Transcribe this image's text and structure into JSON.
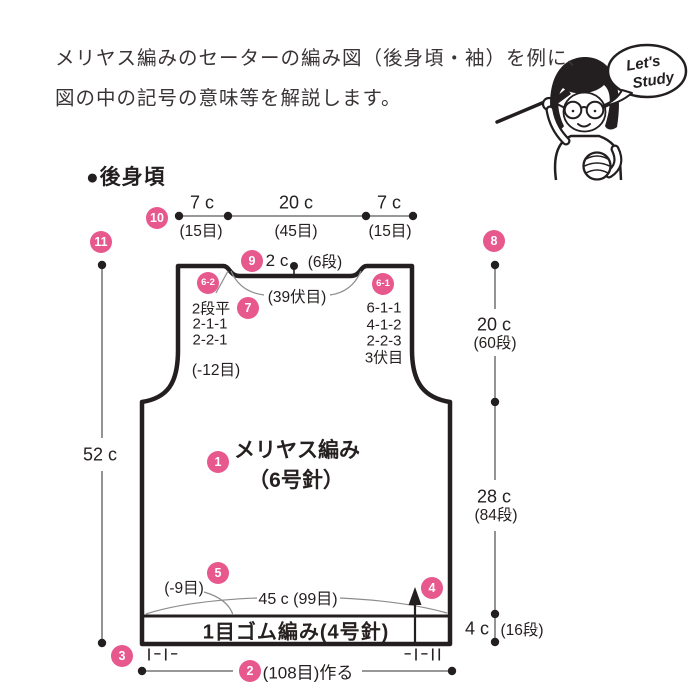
{
  "intro": {
    "line1": "メリヤス編みのセーターの編み図（後身頃・袖）を例に、",
    "line2": "図の中の記号の意味等を解説します。"
  },
  "character": {
    "speech_line1": "Let's",
    "speech_line2": "Study"
  },
  "section": {
    "heading": "●後身頃"
  },
  "diagram": {
    "top_widths": {
      "left_cm": "7 c",
      "left_st": "(15目)",
      "center_cm": "20 c",
      "center_st": "(45目)",
      "right_cm": "7 c",
      "right_st": "(15目)"
    },
    "neck": {
      "depth_cm": "2 c",
      "rows": "(6段)",
      "bind_off": "(39伏目)"
    },
    "left_shaping": {
      "row1": "2段平",
      "row2": "2-1-1",
      "row3": "2-2-1",
      "total": "(-12目)"
    },
    "right_shaping": {
      "row1": "6-1-1",
      "row2": "4-1-2",
      "row3": "2-2-3",
      "row4": "3伏目"
    },
    "body": {
      "stitch": "メリヤス編み",
      "needle": "（6号針）"
    },
    "left_height_cm": "52 c",
    "right_heights": {
      "upper_cm": "20 c",
      "upper_rows": "(60段)",
      "lower_cm": "28 c",
      "lower_rows": "(84段)",
      "rib_cm": "4 c",
      "rib_rows": "(16段)"
    },
    "bottom": {
      "decrease": "(-9目)",
      "width": "45 c (99目)",
      "band": "1目ゴム編み(4号針)",
      "cast_on": "(108目)作る",
      "marks_left": "|−|−",
      "marks_right": "−|−||"
    },
    "callouts": {
      "n1": "1",
      "n2": "2",
      "n3": "3",
      "n4": "4",
      "n5": "5",
      "n6_1": "6-1",
      "n6_2": "6-2",
      "n7": "7",
      "n8": "8",
      "n9": "9",
      "n10": "10",
      "n11": "11"
    }
  },
  "colors": {
    "accent": "#e7588c",
    "ink": "#231f20",
    "line": "#5a5a5a"
  }
}
